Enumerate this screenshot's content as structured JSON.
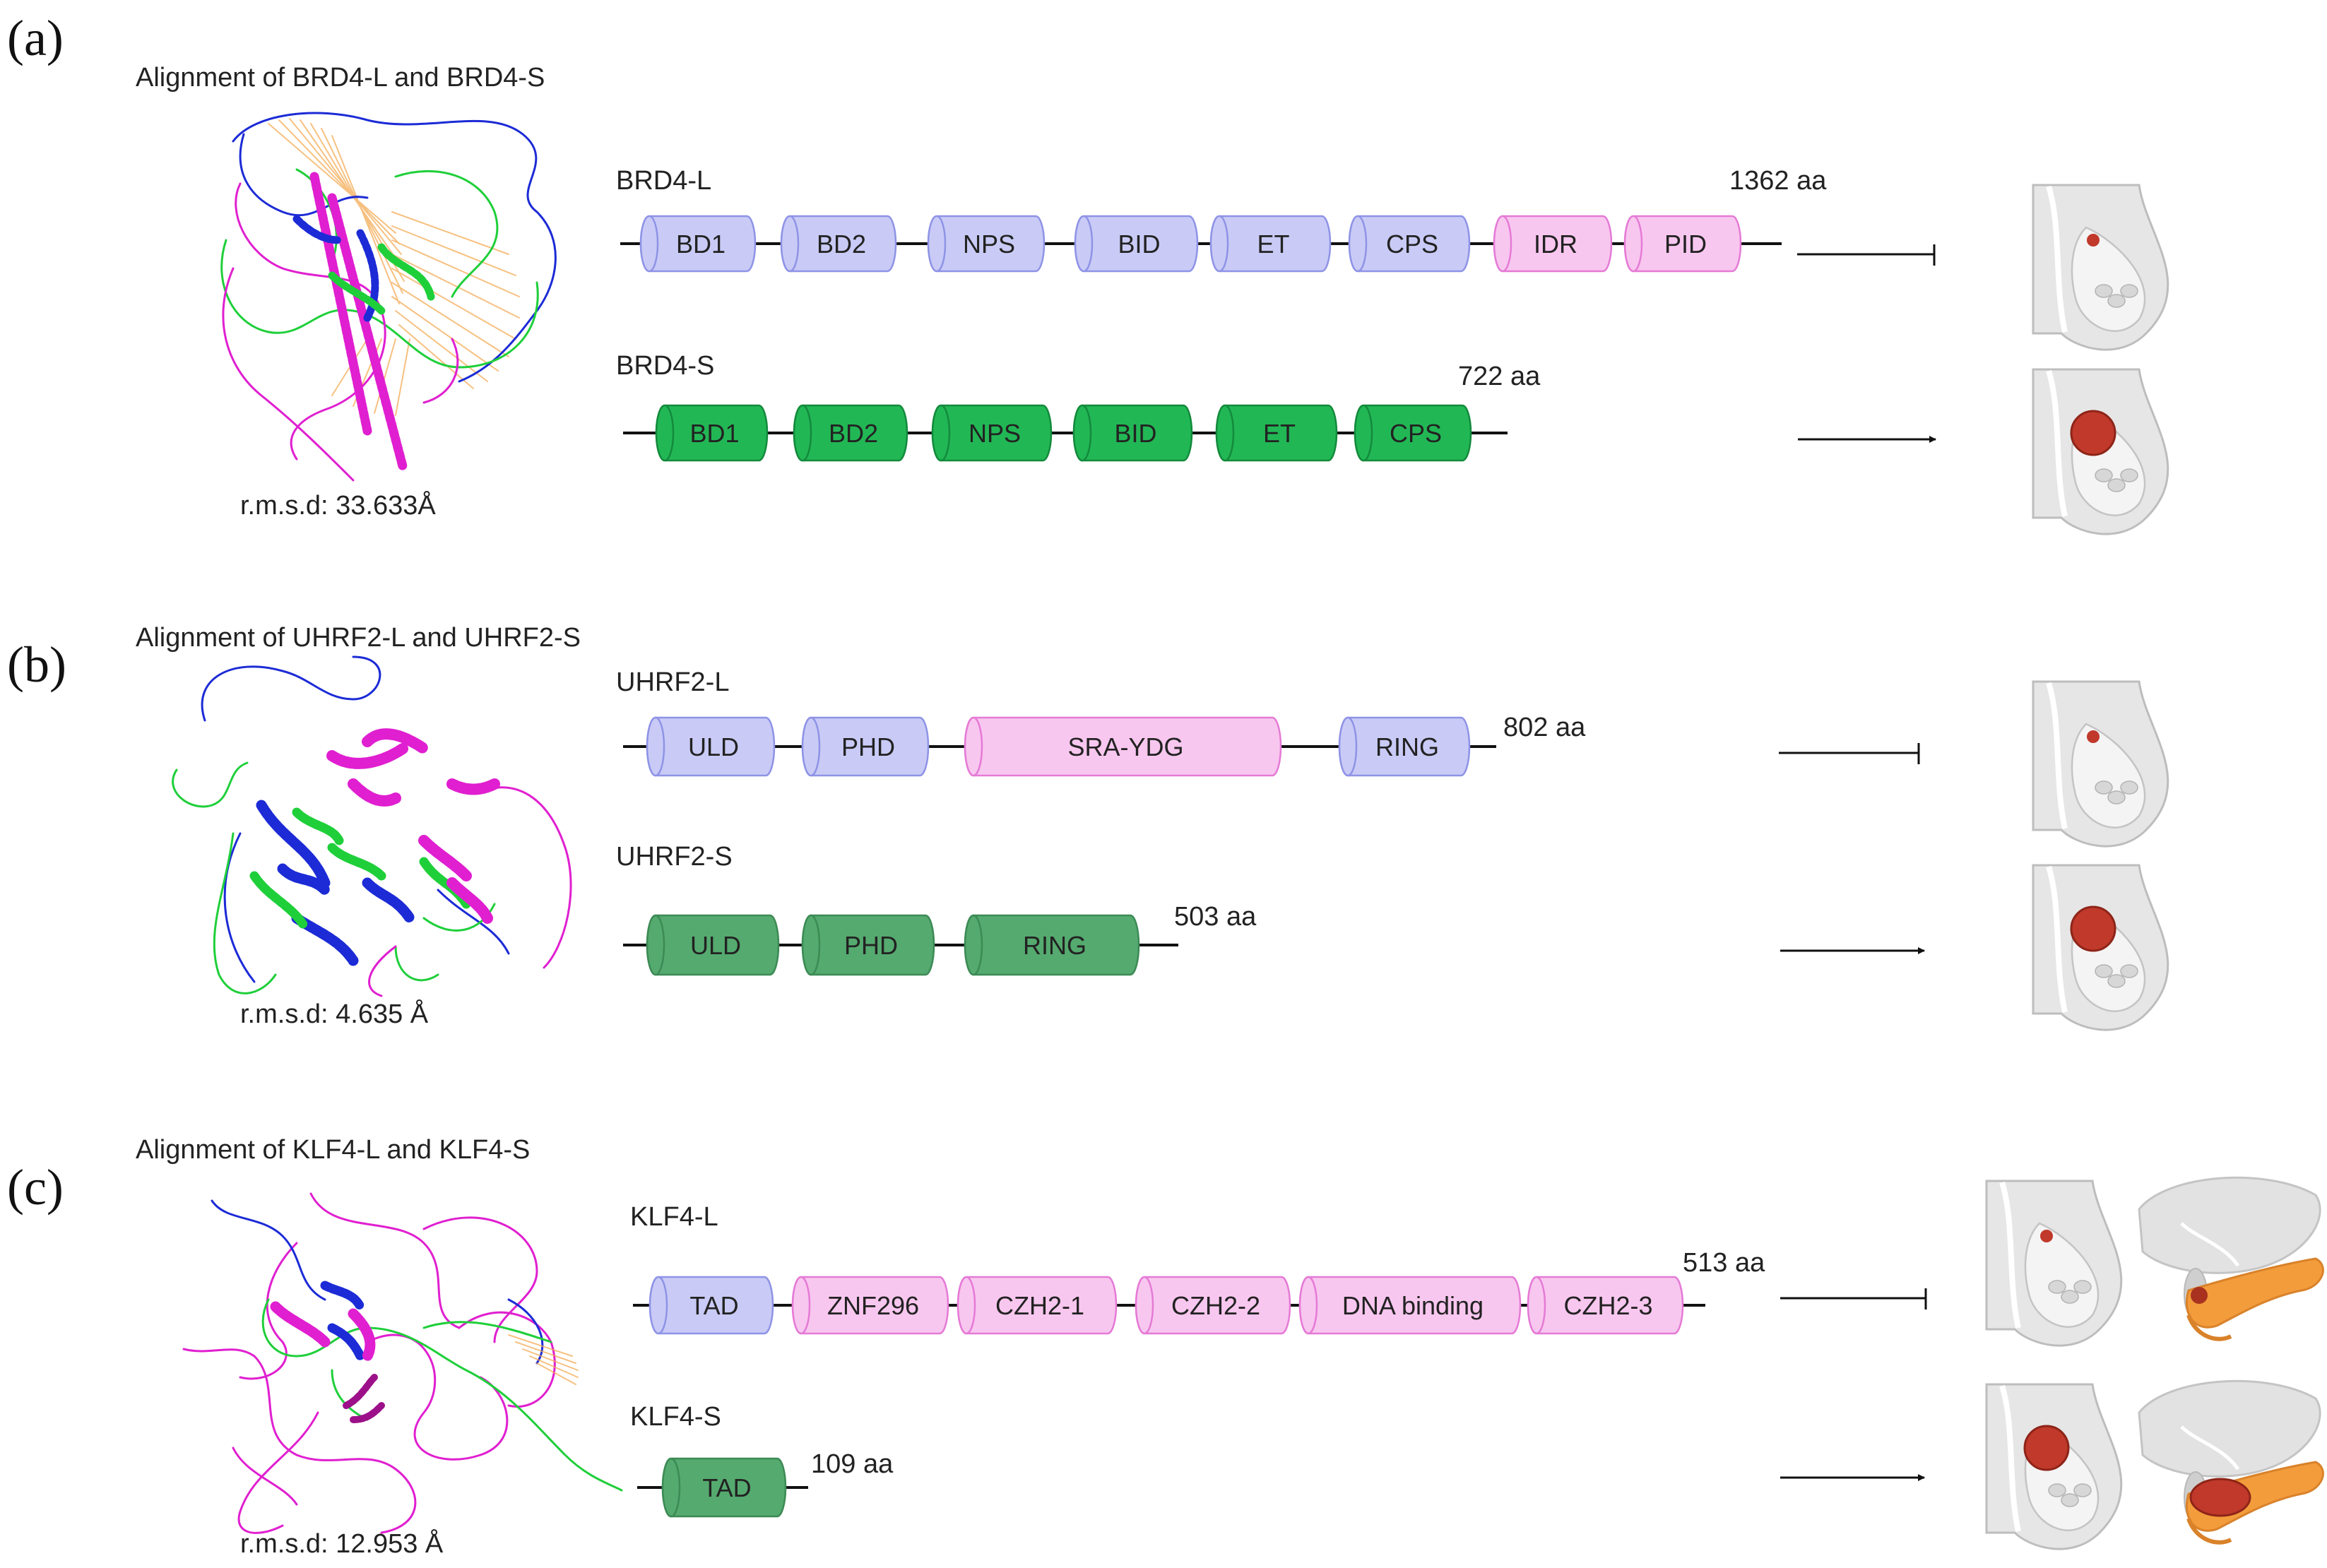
{
  "colors": {
    "long_domain_fill": "#c9cbf6",
    "long_domain_stroke": "#8f93e6",
    "idr_domain_fill": "#f8c7ef",
    "idr_domain_stroke": "#e57ad6",
    "short_domain_fill": "#22b755",
    "short_domain_stroke": "#138a3c",
    "short_domain_fill_muted": "#55aa6f",
    "short_domain_stroke_muted": "#3c8a55",
    "protein_green": "#1fcf3a",
    "protein_blue": "#1c2bd6",
    "protein_magenta": "#e01fd0",
    "fan_orange": "#f3a64b",
    "tumor_red": "#c0392b",
    "pancreas_orange": "#f39c3c"
  },
  "panels": [
    {
      "label": "(a)",
      "alignment_title": "Alignment of BRD4-L and BRD4-S",
      "rmsd": "r.m.s.d: 33.633Å",
      "long": {
        "name": "BRD4-L",
        "length": "1362 aa",
        "effect": "inhibit",
        "domains": [
          {
            "label": "BD1",
            "kind": "normal"
          },
          {
            "label": "BD2",
            "kind": "normal"
          },
          {
            "label": "NPS",
            "kind": "normal"
          },
          {
            "label": "BID",
            "kind": "normal"
          },
          {
            "label": "ET",
            "kind": "normal"
          },
          {
            "label": "CPS",
            "kind": "normal"
          },
          {
            "label": "IDR",
            "kind": "pink"
          },
          {
            "label": "PID",
            "kind": "pink"
          }
        ]
      },
      "short": {
        "name": "BRD4-S",
        "length": "722 aa",
        "effect": "promote",
        "domains": [
          {
            "label": "BD1"
          },
          {
            "label": "BD2"
          },
          {
            "label": "NPS"
          },
          {
            "label": "BID"
          },
          {
            "label": "ET"
          },
          {
            "label": "CPS"
          }
        ]
      },
      "organs": [
        "breast"
      ]
    },
    {
      "label": "(b)",
      "alignment_title": "Alignment of UHRF2-L and UHRF2-S",
      "rmsd": "r.m.s.d: 4.635 Å",
      "long": {
        "name": "UHRF2-L",
        "length": "802 aa",
        "effect": "inhibit",
        "domains": [
          {
            "label": "ULD",
            "kind": "normal"
          },
          {
            "label": "PHD",
            "kind": "normal"
          },
          {
            "label": "SRA-YDG",
            "kind": "pink"
          },
          {
            "label": "RING",
            "kind": "normal"
          }
        ]
      },
      "short": {
        "name": "UHRF2-S",
        "length": "503 aa",
        "effect": "promote",
        "domains": [
          {
            "label": "ULD"
          },
          {
            "label": "PHD"
          },
          {
            "label": "RING"
          }
        ]
      },
      "organs": [
        "breast"
      ]
    },
    {
      "label": "(c)",
      "alignment_title": "Alignment of KLF4-L and KLF4-S",
      "rmsd": "r.m.s.d: 12.953 Å",
      "long": {
        "name": "KLF4-L",
        "length": "513 aa",
        "effect": "inhibit",
        "domains": [
          {
            "label": "TAD",
            "kind": "normal"
          },
          {
            "label": "ZNF296",
            "kind": "pink"
          },
          {
            "label": "CZH2-1",
            "kind": "pink"
          },
          {
            "label": "CZH2-2",
            "kind": "pink"
          },
          {
            "label": "DNA binding",
            "kind": "pink"
          },
          {
            "label": "CZH2-3",
            "kind": "pink"
          }
        ]
      },
      "short": {
        "name": "KLF4-S",
        "length": "109 aa",
        "effect": "promote",
        "domains": [
          {
            "label": "TAD"
          }
        ]
      },
      "organs": [
        "breast",
        "pancreas"
      ]
    }
  ]
}
